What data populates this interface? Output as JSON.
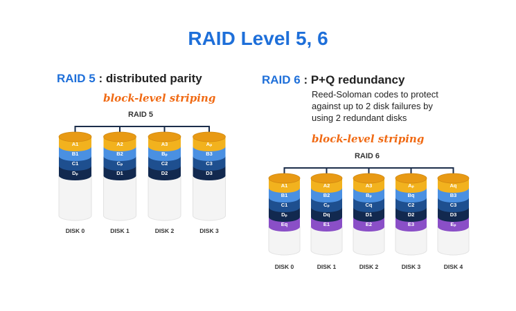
{
  "title": "RAID Level 5, 6",
  "raid5": {
    "level": "RAID 5",
    "sep": " : ",
    "desc": "distributed parity",
    "striping": "block-level striping",
    "diagram_label": "RAID 5",
    "disks": [
      {
        "label": "DISK 0",
        "blocks": [
          "A1",
          "B1",
          "C1",
          "Dₚ"
        ]
      },
      {
        "label": "DISK 1",
        "blocks": [
          "A2",
          "B2",
          "Cₚ",
          "D1"
        ]
      },
      {
        "label": "DISK 2",
        "blocks": [
          "A3",
          "Bₚ",
          "C2",
          "D2"
        ]
      },
      {
        "label": "DISK 3",
        "blocks": [
          "Aₚ",
          "B3",
          "C3",
          "D3"
        ]
      }
    ]
  },
  "raid6": {
    "level": "RAID 6",
    "sep": " : ",
    "desc": "P+Q redundancy",
    "detail": "Reed-Soloman codes to protect\nagainst up to 2 disk failures by\nusing 2 redundant disks",
    "striping": "block-level striping",
    "diagram_label": "RAID 6",
    "disks": [
      {
        "label": "DISK 0",
        "blocks": [
          "A1",
          "B1",
          "C1",
          "Dₚ",
          "E_q"
        ]
      },
      {
        "label": "DISK 1",
        "blocks": [
          "A2",
          "B2",
          "Cₚ",
          "D_q",
          "E1"
        ]
      },
      {
        "label": "DISK 2",
        "blocks": [
          "A3",
          "Bₚ",
          "C_q",
          "D1",
          "E2"
        ]
      },
      {
        "label": "DISK 3",
        "blocks": [
          "Aₚ",
          "B_q",
          "C2",
          "D2",
          "E3"
        ]
      },
      {
        "label": "DISK 4",
        "blocks": [
          "A_q",
          "B3",
          "C3",
          "D3",
          "Eₚ"
        ]
      }
    ]
  },
  "colors": {
    "title": "#1e6fd9",
    "accent": "#f06a14",
    "row_colors": [
      "#f2b21e",
      "#4a90e2",
      "#1e4f8f",
      "#12294f",
      "#8a4fc7"
    ],
    "row_tops": [
      "#e89a14",
      "#3a7bd0",
      "#17407a",
      "#0c1e3b",
      "#7a3fb6"
    ],
    "disk_body": "#f4f4f4",
    "connector": "#1b2d4a"
  }
}
